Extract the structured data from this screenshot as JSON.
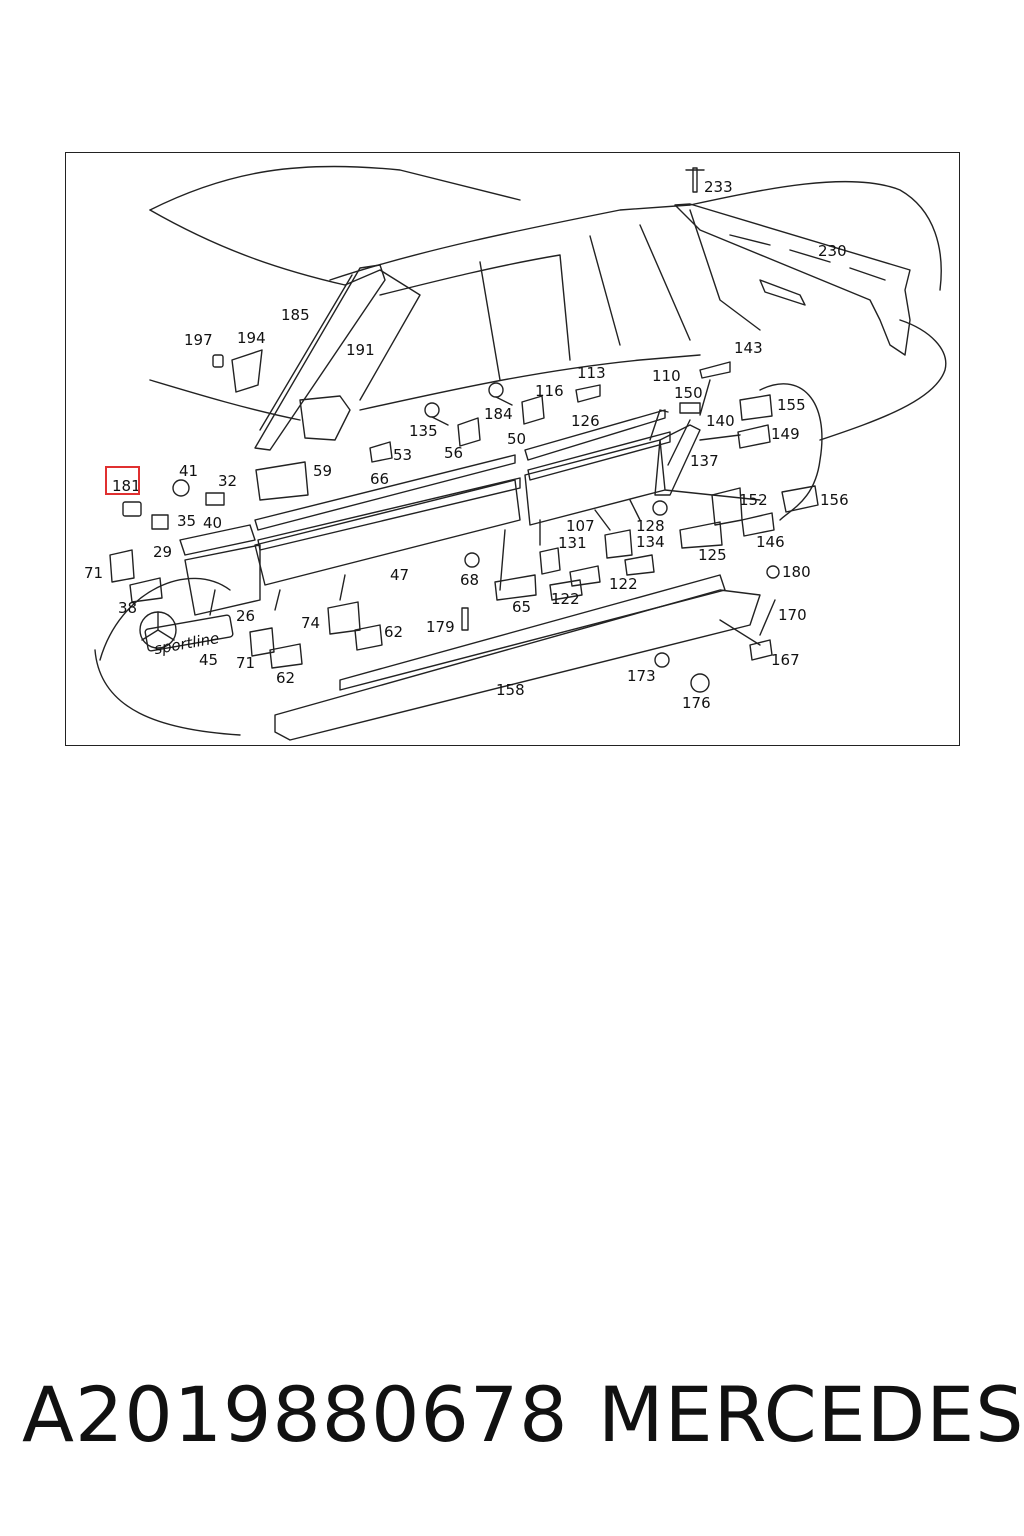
{
  "diagram": {
    "badge_text": "sportline",
    "highlight_color": "#e03030",
    "callouts": [
      {
        "id": "233",
        "text": "233"
      },
      {
        "id": "230",
        "text": "230"
      },
      {
        "id": "185",
        "text": "185"
      },
      {
        "id": "191",
        "text": "191"
      },
      {
        "id": "197",
        "text": "197"
      },
      {
        "id": "194",
        "text": "194"
      },
      {
        "id": "143",
        "text": "143"
      },
      {
        "id": "113",
        "text": "113"
      },
      {
        "id": "116",
        "text": "116"
      },
      {
        "id": "110",
        "text": "110"
      },
      {
        "id": "150",
        "text": "150"
      },
      {
        "id": "155",
        "text": "155"
      },
      {
        "id": "184",
        "text": "184"
      },
      {
        "id": "135",
        "text": "135"
      },
      {
        "id": "126",
        "text": "126"
      },
      {
        "id": "140",
        "text": "140"
      },
      {
        "id": "149",
        "text": "149"
      },
      {
        "id": "56",
        "text": "56"
      },
      {
        "id": "50",
        "text": "50"
      },
      {
        "id": "53",
        "text": "53"
      },
      {
        "id": "137",
        "text": "137"
      },
      {
        "id": "41",
        "text": "41"
      },
      {
        "id": "59",
        "text": "59"
      },
      {
        "id": "66",
        "text": "66"
      },
      {
        "id": "181",
        "text": "181"
      },
      {
        "id": "32",
        "text": "32"
      },
      {
        "id": "152",
        "text": "152"
      },
      {
        "id": "156",
        "text": "156"
      },
      {
        "id": "35",
        "text": "35"
      },
      {
        "id": "40",
        "text": "40"
      },
      {
        "id": "107",
        "text": "107"
      },
      {
        "id": "128",
        "text": "128"
      },
      {
        "id": "131",
        "text": "131"
      },
      {
        "id": "134",
        "text": "134"
      },
      {
        "id": "146",
        "text": "146"
      },
      {
        "id": "29",
        "text": "29"
      },
      {
        "id": "125",
        "text": "125"
      },
      {
        "id": "71",
        "text": "71"
      },
      {
        "id": "47",
        "text": "47"
      },
      {
        "id": "180",
        "text": "180"
      },
      {
        "id": "68",
        "text": "68"
      },
      {
        "id": "122a",
        "text": "122"
      },
      {
        "id": "38",
        "text": "38"
      },
      {
        "id": "122b",
        "text": "122"
      },
      {
        "id": "65",
        "text": "65"
      },
      {
        "id": "170",
        "text": "170"
      },
      {
        "id": "26",
        "text": "26"
      },
      {
        "id": "74",
        "text": "74"
      },
      {
        "id": "62a",
        "text": "62"
      },
      {
        "id": "179",
        "text": "179"
      },
      {
        "id": "45",
        "text": "45"
      },
      {
        "id": "71b",
        "text": "71"
      },
      {
        "id": "167",
        "text": "167"
      },
      {
        "id": "62b",
        "text": "62"
      },
      {
        "id": "173",
        "text": "173"
      },
      {
        "id": "158",
        "text": "158"
      },
      {
        "id": "176",
        "text": "176"
      }
    ]
  },
  "footer": {
    "part_number": "A2019880678",
    "brand": "MERCEDES"
  }
}
